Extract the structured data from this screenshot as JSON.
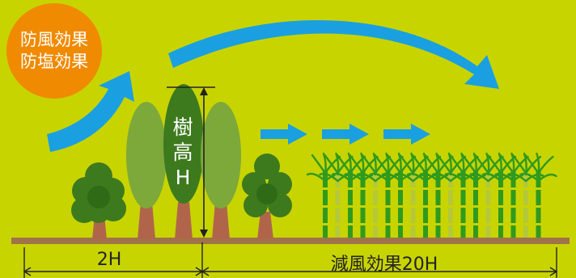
{
  "badge": {
    "line1": "防風効果",
    "line2": "防塩効果"
  },
  "tree_height": {
    "line1": "樹",
    "line2": "高",
    "line3": "H"
  },
  "dimensions": {
    "left": "2H",
    "right": "減風効果20H"
  },
  "colors": {
    "background": "#c8d400",
    "badge": "#f08a00",
    "wind_arrow": "#1aa0e0",
    "ground": "#a0724a",
    "trunk": "#b0654a"
  }
}
